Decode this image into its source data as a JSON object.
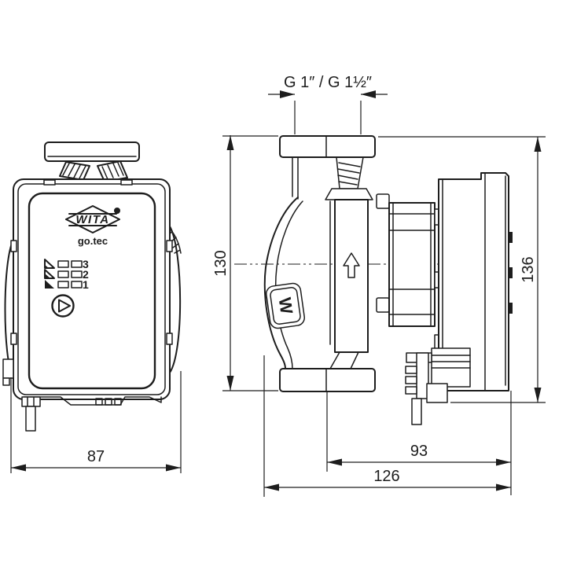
{
  "logo": {
    "brand": "WITA",
    "series": "go.tec"
  },
  "speeds": [
    "3",
    "2",
    "1"
  ],
  "badge": {
    "letter": "W"
  },
  "dims": {
    "thread": "G 1″ / G 1½″",
    "front_width": "87",
    "height_ports": "130",
    "height_motor": "136",
    "axis_to_rear": "93",
    "overall_depth": "126"
  },
  "colors": {
    "line": "#1d1d1d",
    "background": "#ffffff"
  }
}
